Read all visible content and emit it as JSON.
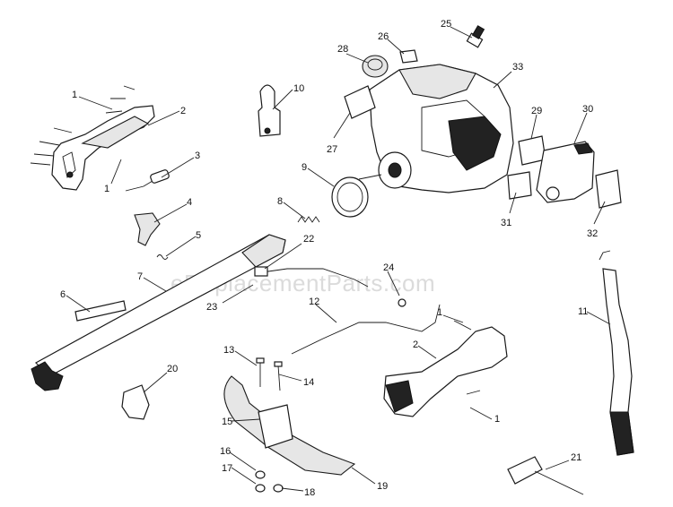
{
  "watermark": "eReplacementParts.com",
  "callouts": {
    "c1a": "1",
    "c1b": "1",
    "c1c": "1",
    "c1d": "1",
    "c2a": "2",
    "c2b": "2",
    "c3": "3",
    "c4": "4",
    "c5": "5",
    "c6": "6",
    "c7": "7",
    "c8": "8",
    "c9": "9",
    "c10": "10",
    "c11": "11",
    "c12": "12",
    "c13": "13",
    "c14": "14",
    "c15": "15",
    "c16": "16",
    "c17": "17",
    "c18": "18",
    "c19": "19",
    "c20": "20",
    "c21": "21",
    "c22": "22",
    "c23": "23",
    "c24": "24",
    "c25": "25",
    "c26": "26",
    "c27": "27",
    "c28": "28",
    "c29": "29",
    "c30": "30",
    "c31": "31",
    "c32": "32",
    "c33": "33"
  }
}
